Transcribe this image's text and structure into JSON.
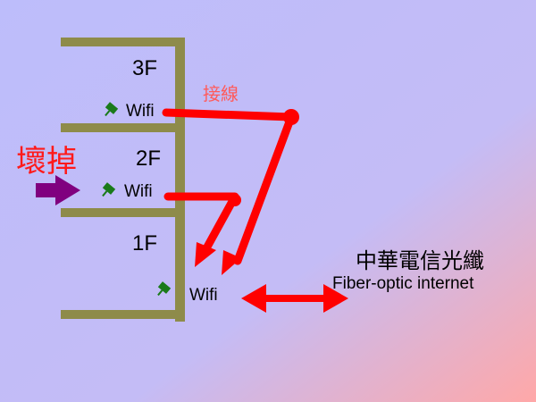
{
  "floors": [
    {
      "label": "3F",
      "wifi_label": "Wifi"
    },
    {
      "label": "2F",
      "wifi_label": "Wifi"
    },
    {
      "label": "1F",
      "wifi_label": "Wifi"
    }
  ],
  "wiring_label": "接線",
  "broken_label": "壞掉",
  "isp": {
    "name_zh": "中華電信光纖",
    "name_en": "Fiber-optic internet"
  },
  "icons": {
    "router": "router-antenna-icon",
    "pointer": "right-arrow-icon"
  },
  "colors": {
    "background_start": "#bdbdfb",
    "background_end": "#ffa8a8",
    "building": "#8e8b4a",
    "cable": "#ff0000",
    "cable_label": "#ff5a5a",
    "broken_label": "#ff1a1a",
    "broken_arrow": "#80007f",
    "router": "#1a7a1a"
  }
}
